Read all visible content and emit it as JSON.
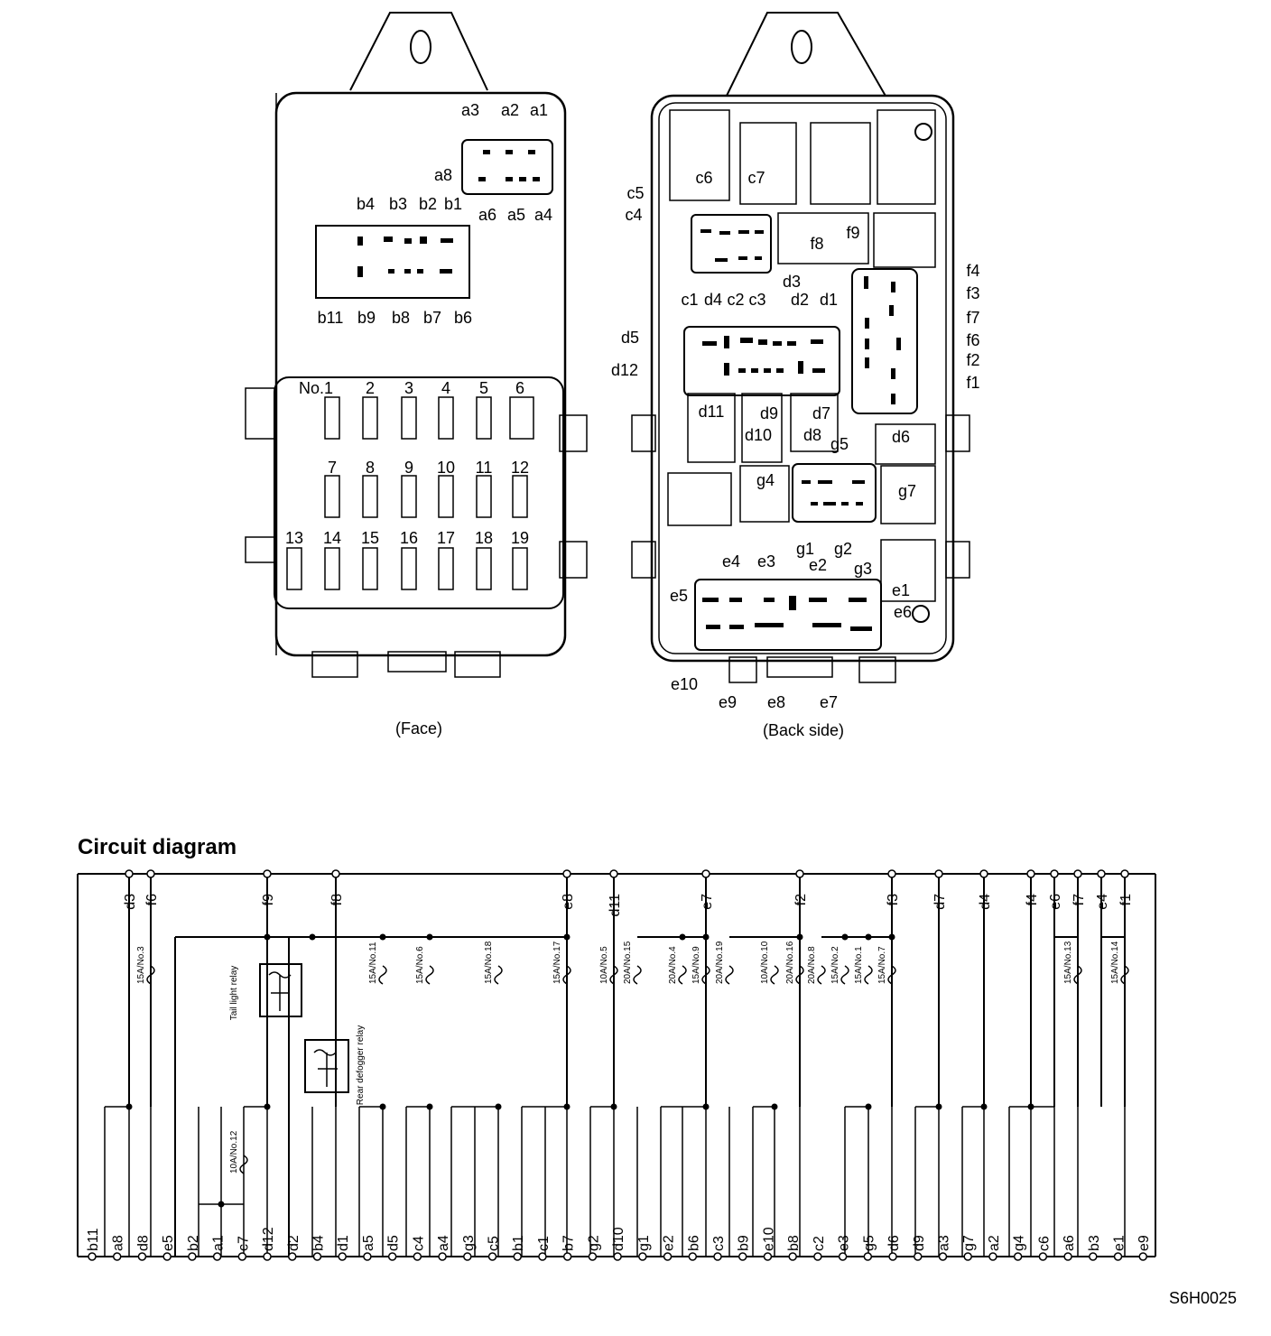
{
  "face": {
    "caption": "(Face)",
    "connector_a": [
      "a3",
      "a2",
      "a1",
      "a8",
      "a6",
      "a5",
      "a4"
    ],
    "connector_b": [
      "b4",
      "b3",
      "b2",
      "b1",
      "b11",
      "b9",
      "b8",
      "b7",
      "b6"
    ],
    "fuse_numbers": [
      "No.1",
      "2",
      "3",
      "4",
      "5",
      "6",
      "7",
      "8",
      "9",
      "10",
      "11",
      "12",
      "13",
      "14",
      "15",
      "16",
      "17",
      "18",
      "19"
    ]
  },
  "back": {
    "caption": "(Back side)",
    "labels": [
      "c6",
      "c7",
      "c5",
      "c4",
      "c1",
      "d4",
      "c2",
      "c3",
      "f8",
      "f9",
      "d3",
      "d2",
      "d1",
      "f4",
      "f3",
      "f7",
      "f6",
      "f2",
      "f1",
      "d5",
      "d12",
      "d11",
      "d9",
      "d10",
      "d8",
      "d7",
      "d6",
      "g5",
      "g4",
      "g7",
      "g1",
      "g2",
      "g3",
      "e4",
      "e3",
      "e2",
      "e5",
      "e1",
      "e6",
      "e10",
      "e9",
      "e8",
      "e7"
    ]
  },
  "circuit": {
    "title": "Circuit diagram",
    "top_terminals": [
      "d3",
      "f6",
      "f9",
      "f8",
      "e8",
      "d11",
      "e7",
      "f2",
      "f3",
      "d7",
      "d4",
      "f4",
      "e6",
      "f7",
      "e4",
      "f1"
    ],
    "fuses": [
      "15A/No.3",
      "15A/No.11",
      "15A/No.6",
      "15A/No.18",
      "15A/No.17",
      "10A/No.5",
      "20A/No.15",
      "20A/No.4",
      "15A/No.9",
      "20A/No.19",
      "10A/No.10",
      "20A/No.16",
      "20A/No.8",
      "15A/No.2",
      "15A/No.1",
      "15A/No.7",
      "15A/No.13",
      "15A/No.14",
      "10A/No.12"
    ],
    "relays": [
      "Tail light relay",
      "Rear defogger relay"
    ],
    "bottom_terminals": [
      "b11",
      "a8",
      "d8",
      "e5",
      "b2",
      "a1",
      "c7",
      "d12",
      "d2",
      "b4",
      "d1",
      "a5",
      "d5",
      "c4",
      "a4",
      "g3",
      "c5",
      "b1",
      "c1",
      "b7",
      "g2",
      "d10",
      "g1",
      "e2",
      "b6",
      "c3",
      "b9",
      "e10",
      "b8",
      "c2",
      "e3",
      "g5",
      "d6",
      "d9",
      "a3",
      "g7",
      "a2",
      "g4",
      "c6",
      "a6",
      "b3",
      "e1",
      "e9"
    ]
  },
  "figure_code": "S6H0025"
}
